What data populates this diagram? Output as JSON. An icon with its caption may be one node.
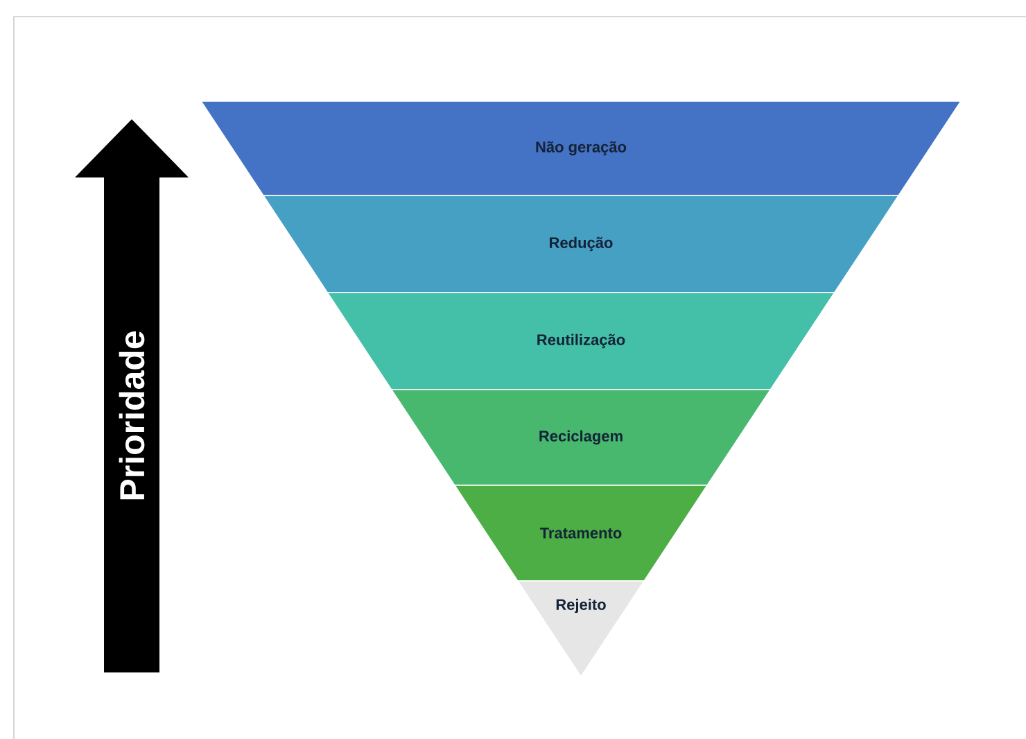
{
  "diagram": {
    "nodes": [
      {
        "text": [
          "Não geração"
        ]
      },
      {
        "text": [
          "Redução"
        ]
      },
      {
        "text": [
          "Reutilização"
        ]
      },
      {
        "text": [
          "Reciclagem"
        ]
      },
      {
        "text": [
          "Tratamento"
        ]
      },
      {
        "text": [
          "Rejeito"
        ]
      },
      {
        "text": [
          "Prioridade"
        ]
      }
    ]
  }
}
